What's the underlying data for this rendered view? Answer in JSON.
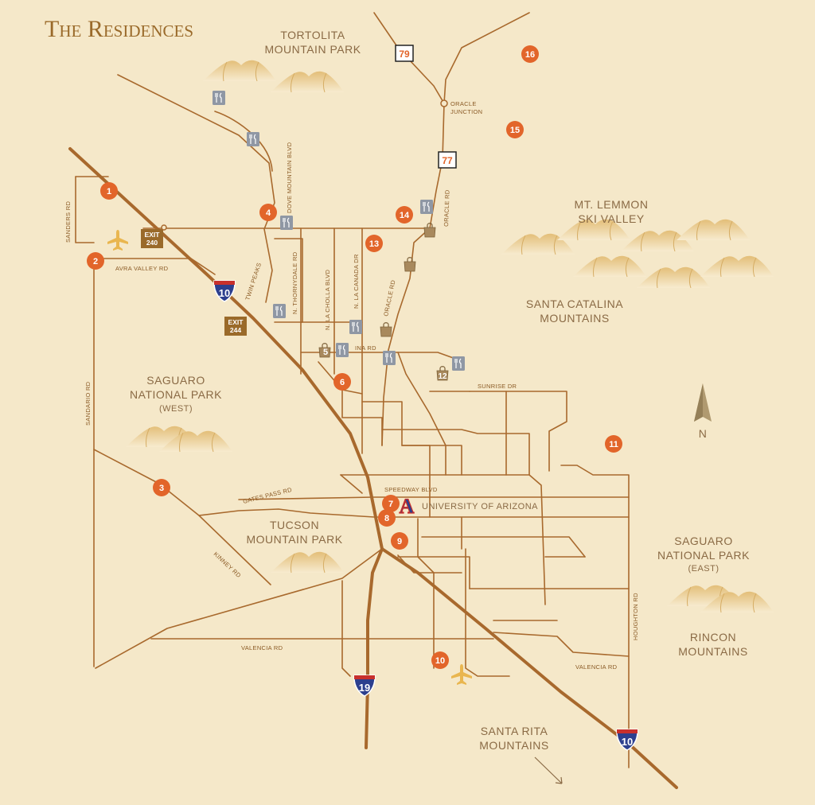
{
  "title": "The Residences",
  "regions": {
    "tortolita": [
      "TORTOLITA",
      "MOUNTAIN PARK"
    ],
    "mt_lemmon": [
      "MT. LEMMON",
      "SKI VALLEY"
    ],
    "santa_catalina": [
      "SANTA CATALINA",
      "MOUNTAINS"
    ],
    "saguaro_west": [
      "SAGUARO",
      "NATIONAL PARK",
      "(WEST)"
    ],
    "saguaro_east": [
      "SAGUARO",
      "NATIONAL PARK",
      "(EAST)"
    ],
    "tucson_mountain": [
      "TUCSON",
      "MOUNTAIN PARK"
    ],
    "rincon": [
      "RINCON",
      "MOUNTAINS"
    ],
    "santa_rita": [
      "SANTA RITA",
      "MOUNTAINS"
    ]
  },
  "roads": {
    "sanders": "SANDERS RD",
    "avra_valley": "AVRA VALLEY RD",
    "sandario": "SANDARIO RD",
    "dove_mountain": "DOVE MOUNTAIN BLVD",
    "twin_peaks": "TWIN PEAKS",
    "thornydale": "N. THORNYDALE RD",
    "la_cholla": "N. LA CHOLLA BLVD",
    "la_canada": "N. LA CANADA DR",
    "oracle_south": "ORACLE RD",
    "oracle_north": "ORACLE RD",
    "ina": "INA RD",
    "sunrise": "SUNRISE DR",
    "gates_pass": "GATES PASS RD",
    "speedway": "SPEEDWAY BLVD",
    "university": "UNIVERSITY OF ARIZONA",
    "kinney": "KINNEY RD",
    "valencia_west": "VALENCIA RD",
    "valencia_east": "VALENCIA RD",
    "houghton": "HOUGHTON RD",
    "oracle_junction": [
      "ORACLE",
      "JUNCTION"
    ]
  },
  "highways": {
    "i10_north": "10",
    "i10_south": "10",
    "i19": "19",
    "sr79": "79",
    "sr77": "77"
  },
  "exits": [
    {
      "word": "EXIT",
      "num": "240"
    },
    {
      "word": "EXIT",
      "num": "244"
    }
  ],
  "university_logo": "A",
  "compass": "N",
  "markers": [
    {
      "num": "1"
    },
    {
      "num": "2"
    },
    {
      "num": "3"
    },
    {
      "num": "4"
    },
    {
      "num": "5"
    },
    {
      "num": "6"
    },
    {
      "num": "7"
    },
    {
      "num": "8"
    },
    {
      "num": "9"
    },
    {
      "num": "10"
    },
    {
      "num": "11"
    },
    {
      "num": "12"
    },
    {
      "num": "13"
    },
    {
      "num": "14"
    },
    {
      "num": "15"
    },
    {
      "num": "16"
    }
  ],
  "icons": {
    "restaurant": "fork-knife-icon",
    "shopping": "shopping-bag-icon",
    "airport": "airplane-icon",
    "compass": "north-arrow-icon"
  },
  "colors": {
    "background": "#f5e8c9",
    "road": "#a8692d",
    "marker": "#e2652a",
    "interstate_blue": "#2c3f8e",
    "interstate_red": "#c8302c",
    "mountain": "#e8c98a"
  }
}
